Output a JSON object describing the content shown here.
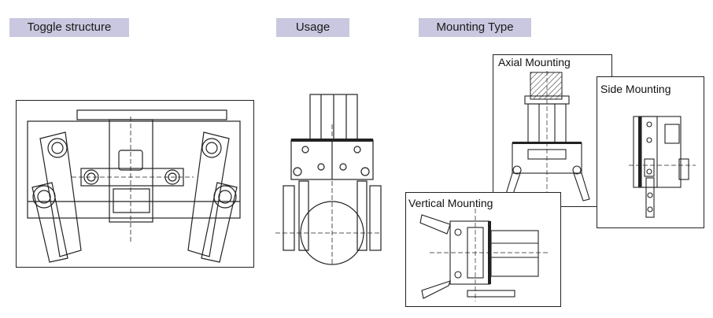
{
  "sections": {
    "toggle_structure": "Toggle structure",
    "usage": "Usage",
    "mounting_type": "Mounting Type"
  },
  "mounting": {
    "axial": "Axial Mounting",
    "side": "Side Mounting",
    "vertical": "Vertical Mounting"
  },
  "colors": {
    "tag_background": "#c9c8e0",
    "line": "#222222"
  }
}
